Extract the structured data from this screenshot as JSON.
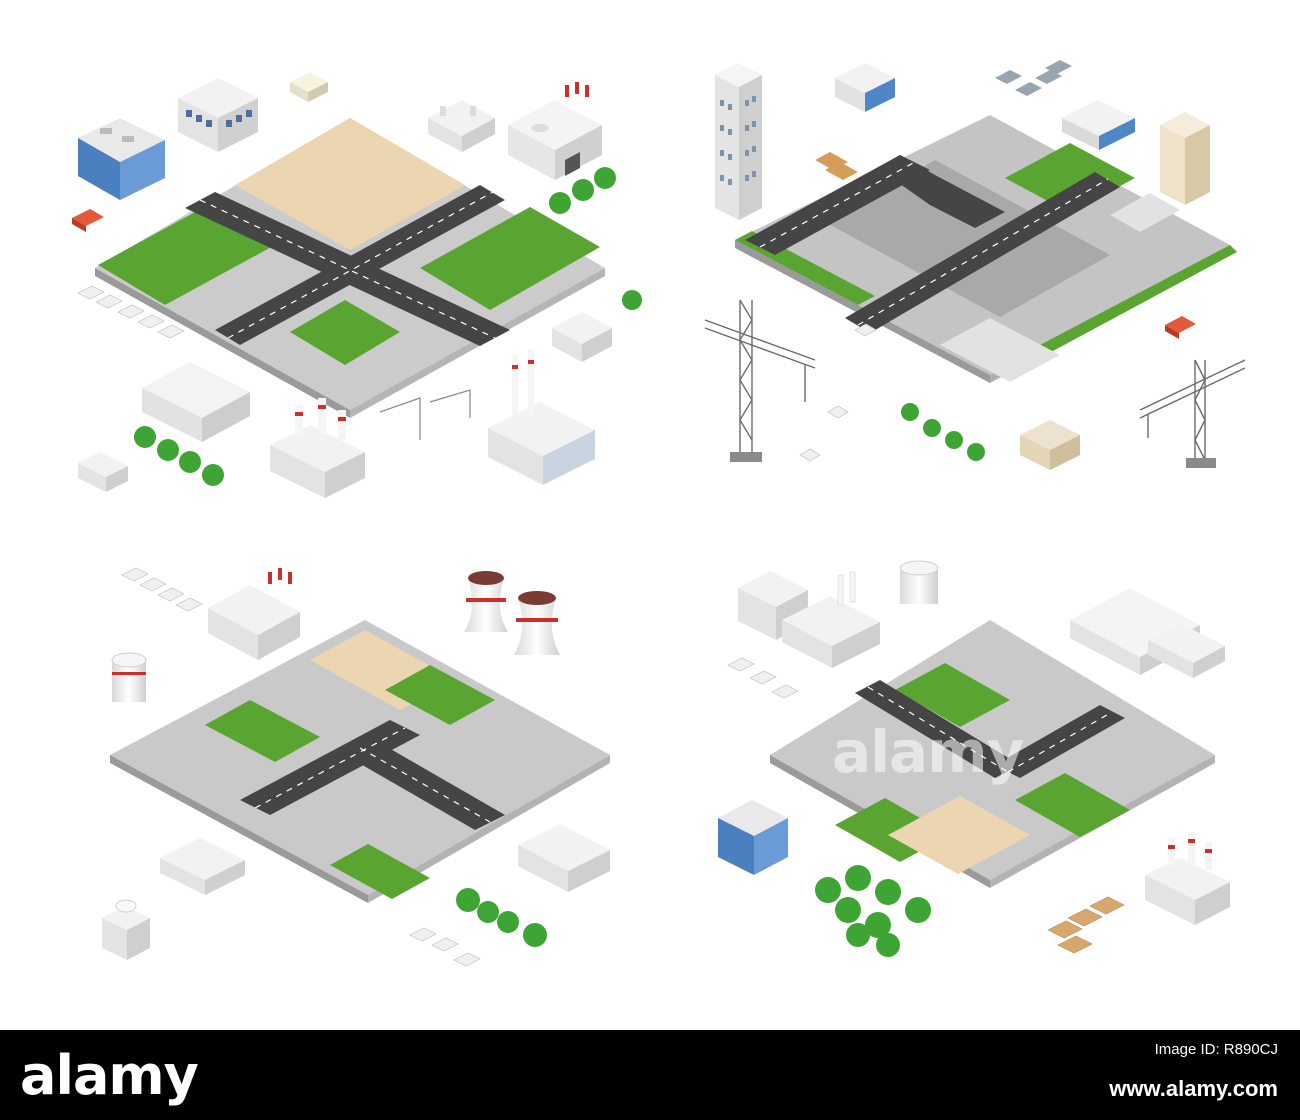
{
  "image": {
    "subject": "Isometric city blocks",
    "colors": {
      "grass": "#5aa532",
      "asphalt": "#454545",
      "pavement": "#c9c9c9",
      "lot": "#bbbbbb",
      "sand": "#ecd6b1",
      "tree": "#3ea535",
      "building": "#f0f0f0",
      "glass": "#4f86c6",
      "chimney_red": "#c9302c"
    }
  },
  "watermark": {
    "text": "alamy"
  },
  "footer": {
    "logo": "alamy",
    "image_id_label": "Image ID: R890CJ",
    "url": "www.alamy.com",
    "background": "#000000"
  }
}
